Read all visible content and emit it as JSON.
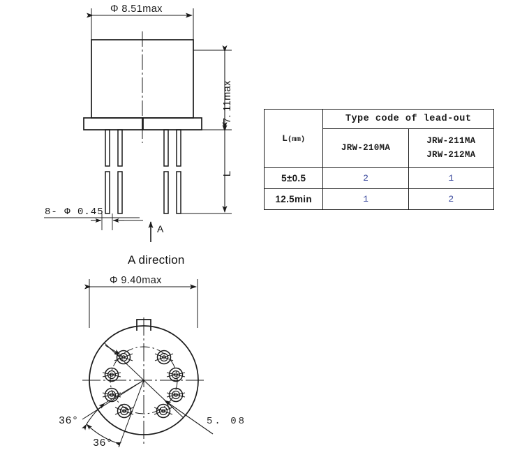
{
  "drawing": {
    "title_hint": "JRW-210MA / 211MA / 212MA relay outline drawing",
    "side_view": {
      "width_dim": "Φ 8.51max",
      "height_dim": "7. 11max",
      "lead_length_dim": "L",
      "lead_dia_dim": "8- Φ 0.45",
      "view_arrow_letter": "A"
    },
    "bottom_view": {
      "caption": "A direction",
      "diameter_dim": "Φ 9.40max",
      "angle_1": "36°",
      "angle_2": "36°",
      "pitch_circle_dim": "5. 08",
      "pin_count": 8
    }
  },
  "table": {
    "header_span": "Type code of lead-out",
    "col_l": "L(mm)",
    "col_l_unit": "mm",
    "col_l_prefix": "L",
    "col_a": "JRW-210MA",
    "col_b_line1": "JRW-211MA",
    "col_b_line2": "JRW-212MA",
    "rows": [
      {
        "label": "5±0.5",
        "a": "2",
        "b": "1"
      },
      {
        "label": "12.5min",
        "a": "1",
        "b": "2"
      }
    ]
  },
  "colors": {
    "line": "#1a1a1a",
    "value_blue": "#3b4a9e",
    "background": "#ffffff"
  }
}
